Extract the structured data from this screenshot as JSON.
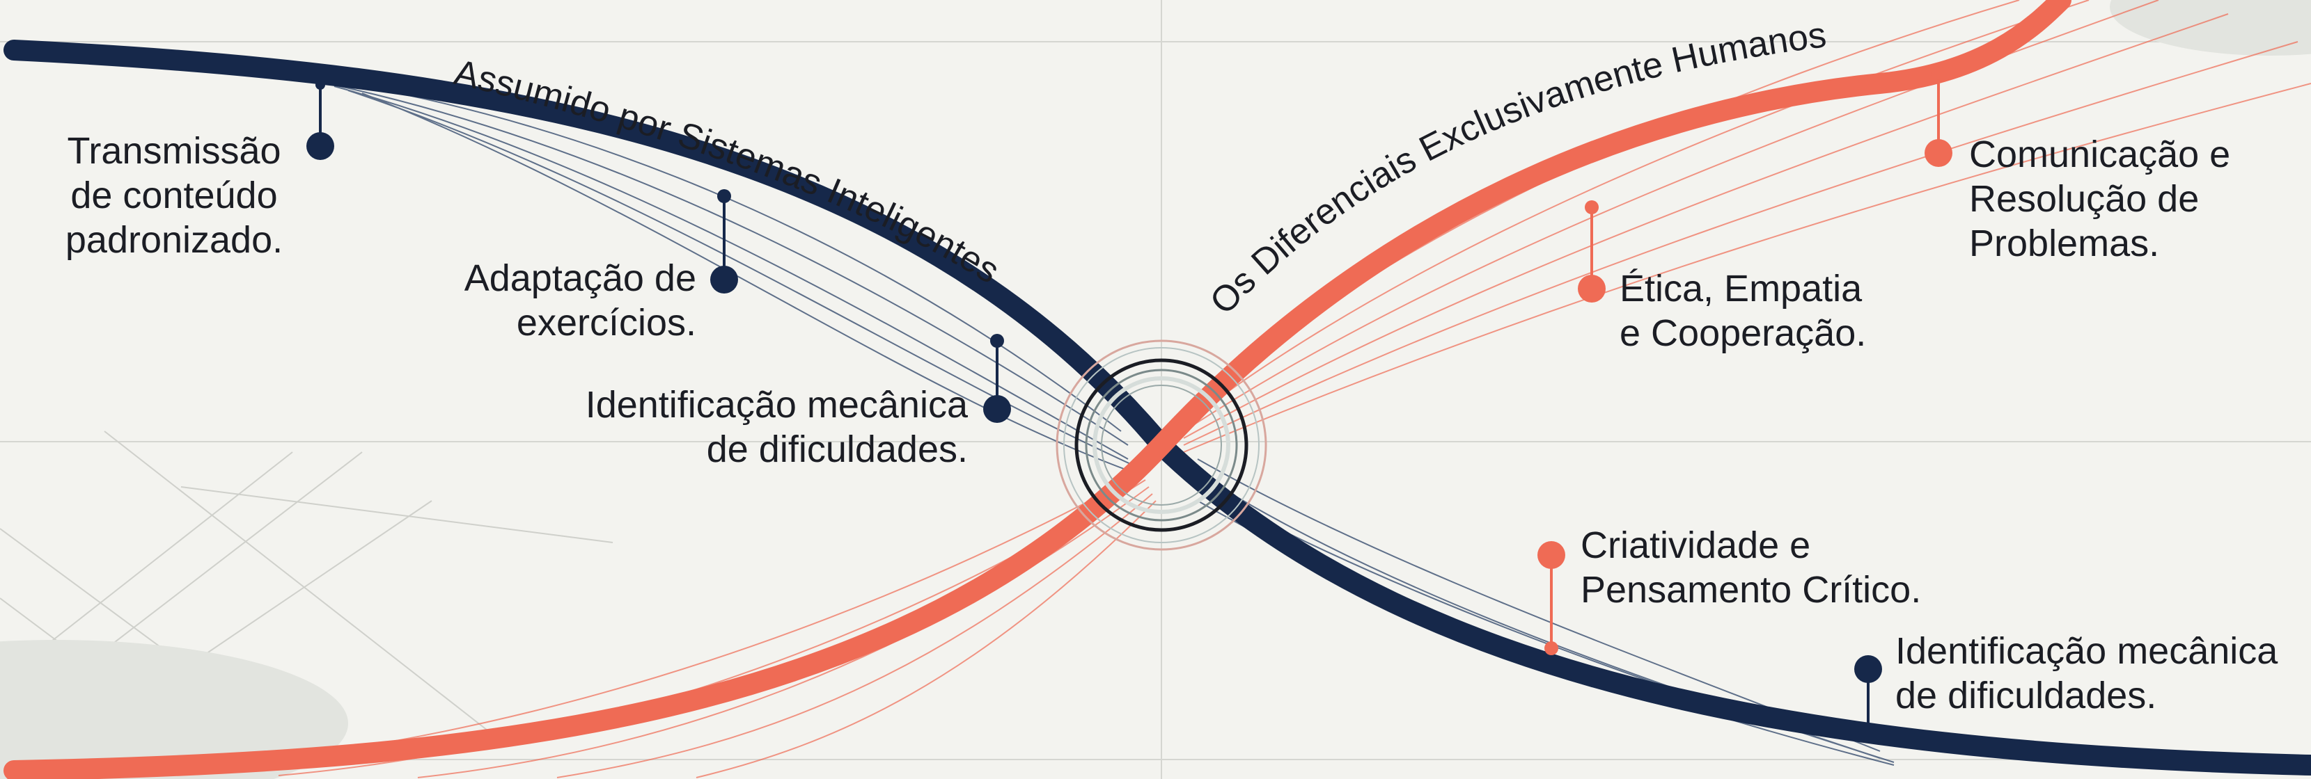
{
  "colors": {
    "background": "#f3f3ef",
    "navy": "#16284a",
    "coral": "#ef6b55",
    "grid": "#d5d6d1",
    "text": "#1b1d24"
  },
  "curves": {
    "navy_title": "Assumido por Sistemas Inteligentes",
    "coral_title": "Os Diferenciais Exclusivamente Humanos"
  },
  "navy_items": [
    {
      "text": "Transmissão\nde conteúdo\npadronizado."
    },
    {
      "text": "Adaptação de\nexercícios."
    },
    {
      "text": "Identificação mecânica\nde dificuldades."
    },
    {
      "text": "Identificação mecânica\nde dificuldades."
    }
  ],
  "coral_items": [
    {
      "text": "Comunicação e\nResolução de\nProblemas."
    },
    {
      "text": "Ética, Empatia\ne Cooperação."
    },
    {
      "text": "Criatividade e\nPensamento Crítico."
    }
  ],
  "center_icon": "crossing-rings-icon"
}
